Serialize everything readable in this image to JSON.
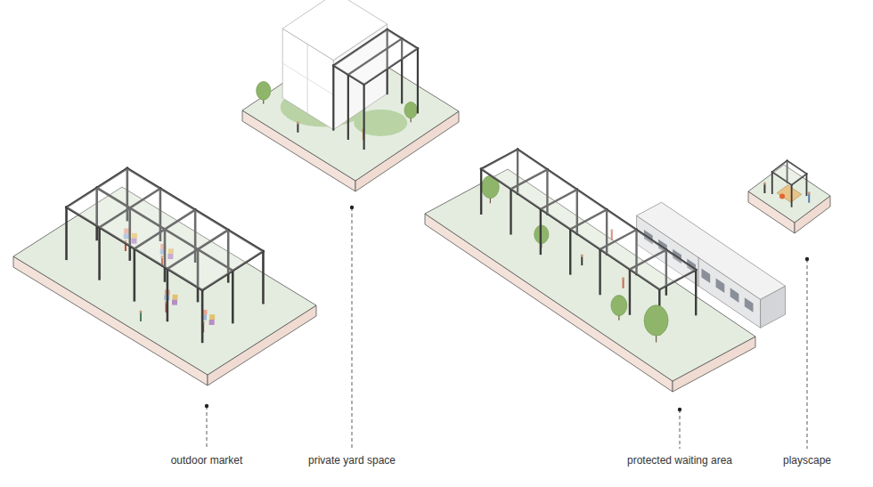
{
  "diagram": {
    "labels": [
      "outdoor market",
      "private yard space",
      "protected waiting area",
      "playscape"
    ]
  }
}
